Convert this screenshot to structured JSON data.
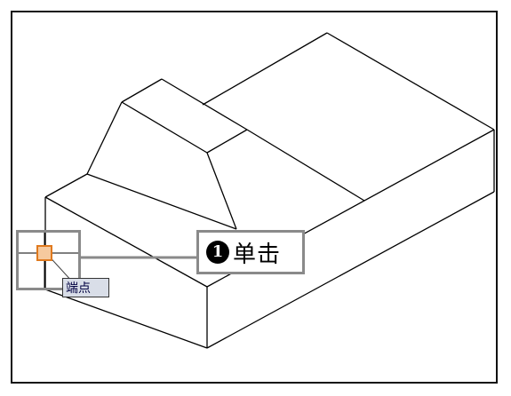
{
  "callout": {
    "step_number": "1",
    "label": "单击"
  },
  "snap_tooltip": {
    "label": "端点"
  },
  "colors": {
    "line": "#000000",
    "frame": "#8a8a8a",
    "snap_marker": "#e07a1f",
    "tooltip_bg": "#d9dee8"
  },
  "icons": {
    "snap": "endpoint-snap-icon",
    "crosshair": "crosshair-cursor-icon"
  }
}
